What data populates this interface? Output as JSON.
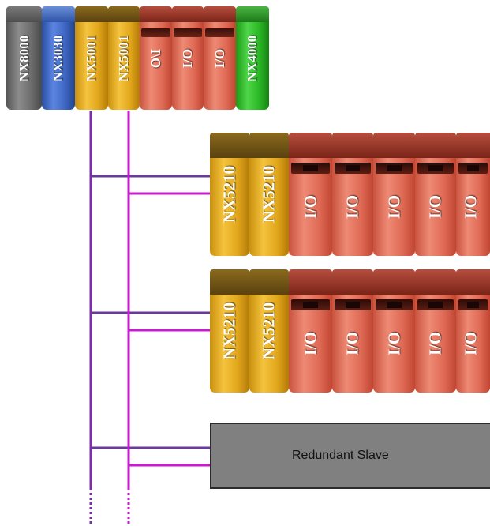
{
  "diagram": {
    "cpu_rack": {
      "modules": [
        {
          "label": "NX8000",
          "color": "gray"
        },
        {
          "label": "NX3030",
          "color": "blue"
        },
        {
          "label": "NX5001",
          "color": "gold"
        },
        {
          "label": "NX5001",
          "color": "gold"
        },
        {
          "label": "I/O",
          "color": "red"
        },
        {
          "label": "I/O",
          "color": "red"
        },
        {
          "label": "I/O",
          "color": "red"
        },
        {
          "label": "NX4000",
          "color": "green"
        }
      ]
    },
    "remote_rack_1": {
      "heads": [
        "NX5210",
        "NX5210"
      ],
      "io": [
        "I/O",
        "I/O",
        "I/O",
        "I/O",
        "I/O"
      ]
    },
    "remote_rack_2": {
      "heads": [
        "NX5210",
        "NX5210"
      ],
      "io": [
        "I/O",
        "I/O",
        "I/O",
        "I/O",
        "I/O"
      ]
    },
    "redundant_slave": {
      "label": "Redundant Slave"
    },
    "bus": {
      "line_a_color": "#7b2ea8",
      "line_b_color": "#c81ad0"
    }
  }
}
